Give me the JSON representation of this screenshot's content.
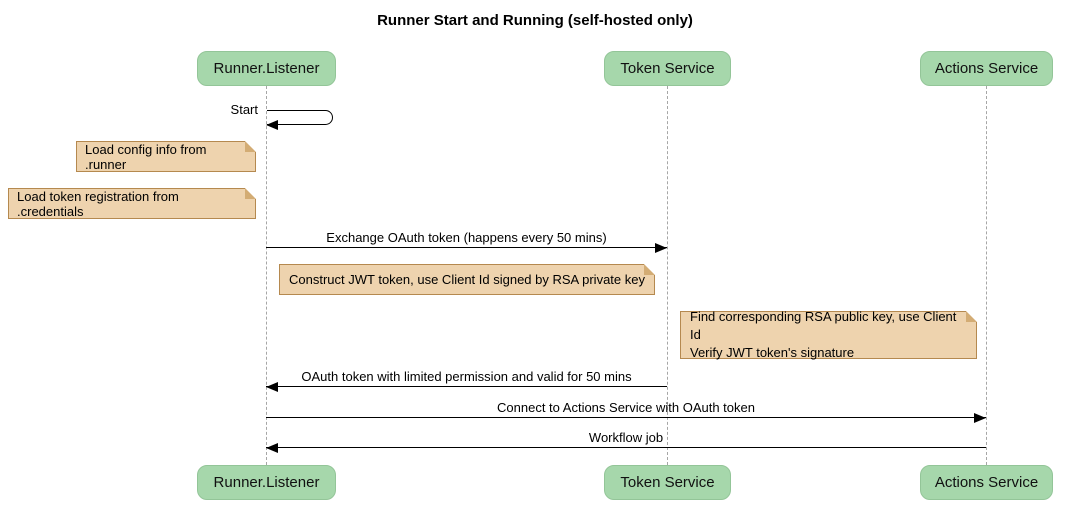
{
  "title": "Runner Start and Running (self-hosted only)",
  "participants": [
    {
      "label": "Runner.Listener"
    },
    {
      "label": "Token Service"
    },
    {
      "label": "Actions Service"
    }
  ],
  "messages": {
    "start": "Start",
    "exchange_oauth": "Exchange OAuth token (happens every 50 mins)",
    "oauth_return": "OAuth token with limited permission and valid for 50 mins",
    "connect_actions": "Connect to Actions Service with OAuth token",
    "workflow_job": "Workflow job"
  },
  "notes": {
    "load_config": "Load config info from .runner",
    "load_token_registration": "Load token registration from .credentials",
    "construct_jwt": "Construct JWT token, use Client Id signed by RSA private key",
    "find_rsa_line1": "Find corresponding RSA public key, use Client Id",
    "find_rsa_line2": "Verify JWT token's signature"
  },
  "colors": {
    "participant_fill": "#a6d7ab",
    "participant_border": "#93c598",
    "note_fill": "#eed3ae",
    "note_border": "#b5894f",
    "lifeline": "#a6a6a6",
    "arrow": "#000000",
    "background": "#ffffff"
  }
}
